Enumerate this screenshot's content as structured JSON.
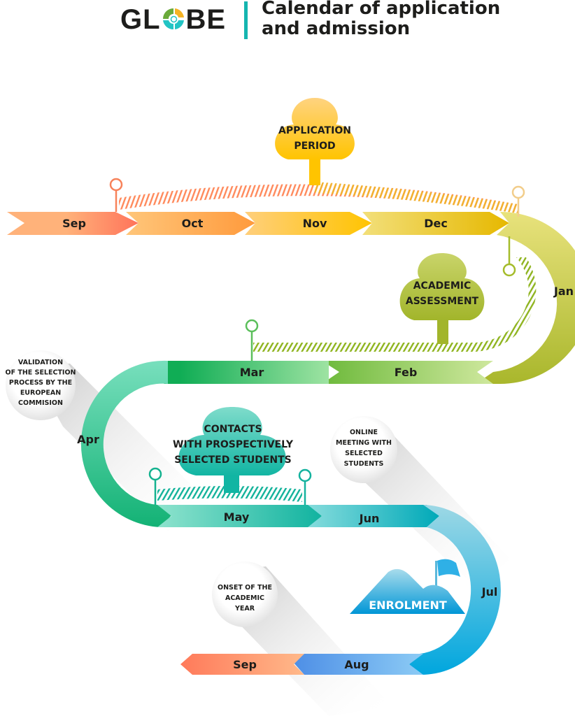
{
  "header": {
    "logo_text_left": "GL",
    "logo_text_right": "BE",
    "title_line1": "Calendar of application",
    "title_line2": "and admission"
  },
  "colors": {
    "divider": "#15b5b0",
    "application": "#fbc02d",
    "academic": "#a8bf2f",
    "contacts": "#20c3a8",
    "enrolment": "#1ea6d8",
    "sep_start": "#ff7a59",
    "aug": "#4a90e2"
  },
  "timeline": {
    "months": [
      {
        "label": "Sep"
      },
      {
        "label": "Oct"
      },
      {
        "label": "Nov"
      },
      {
        "label": "Dec"
      },
      {
        "label": "Jan"
      },
      {
        "label": "Feb"
      },
      {
        "label": "Mar"
      },
      {
        "label": "Apr"
      },
      {
        "label": "May"
      },
      {
        "label": "Jun"
      },
      {
        "label": "Jul"
      },
      {
        "label": "Aug"
      },
      {
        "label": "Sep"
      }
    ]
  },
  "milestones": {
    "application": {
      "lines": [
        "APPLICATION",
        "PERIOD"
      ]
    },
    "academic": {
      "lines": [
        "ACADEMIC",
        "ASSESSMENT"
      ]
    },
    "contacts": {
      "lines": [
        "CONTACTS",
        "WITH PROSPECTIVELY",
        "SELECTED STUDENTS"
      ]
    },
    "enrolment": {
      "label": "ENROLMENT"
    }
  },
  "bubbles": {
    "validation": {
      "lines": [
        "VALIDATION",
        "OF THE SELECTION",
        "PROCESS BY THE",
        "EUROPEAN",
        "COMMISION"
      ]
    },
    "online": {
      "lines": [
        "ONLINE",
        "MEETING WITH",
        "SELECTED",
        "STUDENTS"
      ]
    },
    "onset": {
      "lines": [
        "ONSET OF THE",
        "ACADEMIC",
        "YEAR"
      ]
    }
  }
}
